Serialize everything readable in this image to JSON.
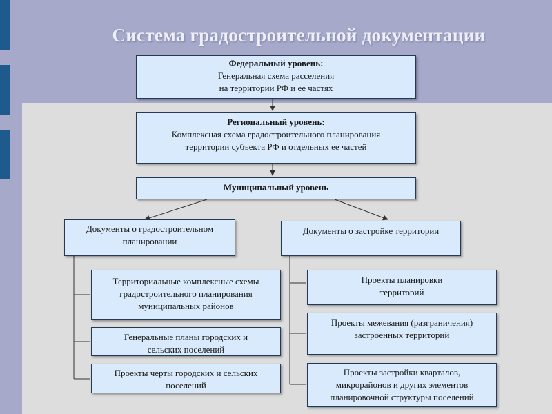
{
  "title": "Система градостроительной документации",
  "federal": {
    "head": "Федеральный уровень:",
    "line1": "Генеральная схема расселения",
    "line2": "на территории РФ и ее частях"
  },
  "regional": {
    "head": "Региональный уровень:",
    "line1": "Комплексная схема градостроительного планирования",
    "line2": "территории субъекта РФ и отдельных ее частей"
  },
  "municipal": {
    "head": "Муниципальный уровень"
  },
  "left_group": {
    "header": {
      "line1": "Документы о градостроительном",
      "line2": "планировании"
    },
    "items": [
      {
        "line1": "Территориальные комплексные схемы",
        "line2": "градостроительного планирования",
        "line3": "муниципальных районов"
      },
      {
        "line1": "Генеральные планы городских и",
        "line2": "сельских поселений"
      },
      {
        "line1": "Проекты черты городских и сельских",
        "line2": "поселений"
      }
    ]
  },
  "right_group": {
    "header": {
      "line1": "Документы о застройке территории"
    },
    "items": [
      {
        "line1": "Проекты планировки",
        "line2": "территорий"
      },
      {
        "line1": "Проекты межевания (разграничения)",
        "line2": "застроенных территорий"
      },
      {
        "line1": "Проекты застройки кварталов,",
        "line2": "микрорайонов и других элементов",
        "line3": "планировочной структуры поселений"
      }
    ]
  },
  "colors": {
    "background": "#a7a9cb",
    "panel": "#dddddd",
    "box_fill": "#d8eafb",
    "box_border": "#223a55",
    "accent_bar": "#1f5a8c"
  }
}
